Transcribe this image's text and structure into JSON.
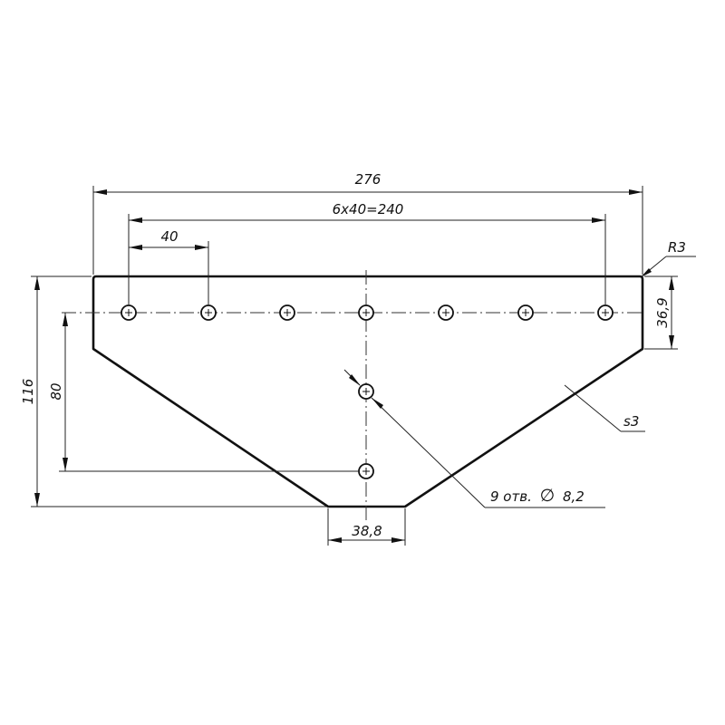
{
  "drawing": {
    "overall_width": "276",
    "hole_pitch_total": "6x40=240",
    "hole_pitch": "40",
    "corner_radius": "R3",
    "hole_row_offset": "36,9",
    "overall_height": "116",
    "lower_hole_distance": "80",
    "bottom_width": "38,8",
    "thickness": "s3",
    "hole_callout": "9 отв.",
    "diameter_symbol": "∅",
    "hole_diameter": "8,2"
  }
}
